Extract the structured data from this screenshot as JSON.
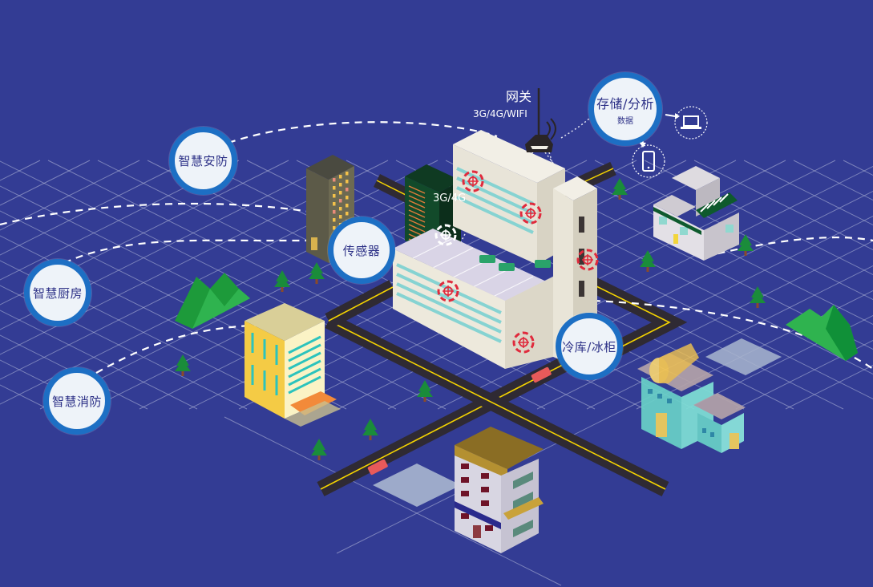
{
  "title": "智慧物联网场景示意图",
  "colors": {
    "background": "#333c94",
    "node_ring": "#1d6fc4",
    "node_fill": "#eef3f9",
    "node_text": "#2b2f86",
    "sensor_marker": "#e02a3c",
    "road": "#2f2a33",
    "road_line": "#f4d300",
    "grid": "#b9c0dd",
    "tree": "#1a8c3a",
    "mountain": "#2aa84a"
  },
  "gateway": {
    "label": "网关",
    "network": "3G/4G/WIFI",
    "icon": "router-antenna-icon"
  },
  "server_tower": {
    "network": "3G/4G"
  },
  "nodes": {
    "storage": {
      "label": "存储/分析",
      "sub": "数据"
    },
    "security": {
      "label": "智慧安防"
    },
    "sensor": {
      "label": "传感器"
    },
    "kitchen": {
      "label": "智慧厨房"
    },
    "fire": {
      "label": "智慧消防"
    },
    "cold": {
      "label": "冷库/冰柜"
    }
  },
  "devices": [
    {
      "name": "laptop",
      "icon": "laptop-icon"
    },
    {
      "name": "phone",
      "icon": "smartphone-icon"
    }
  ]
}
